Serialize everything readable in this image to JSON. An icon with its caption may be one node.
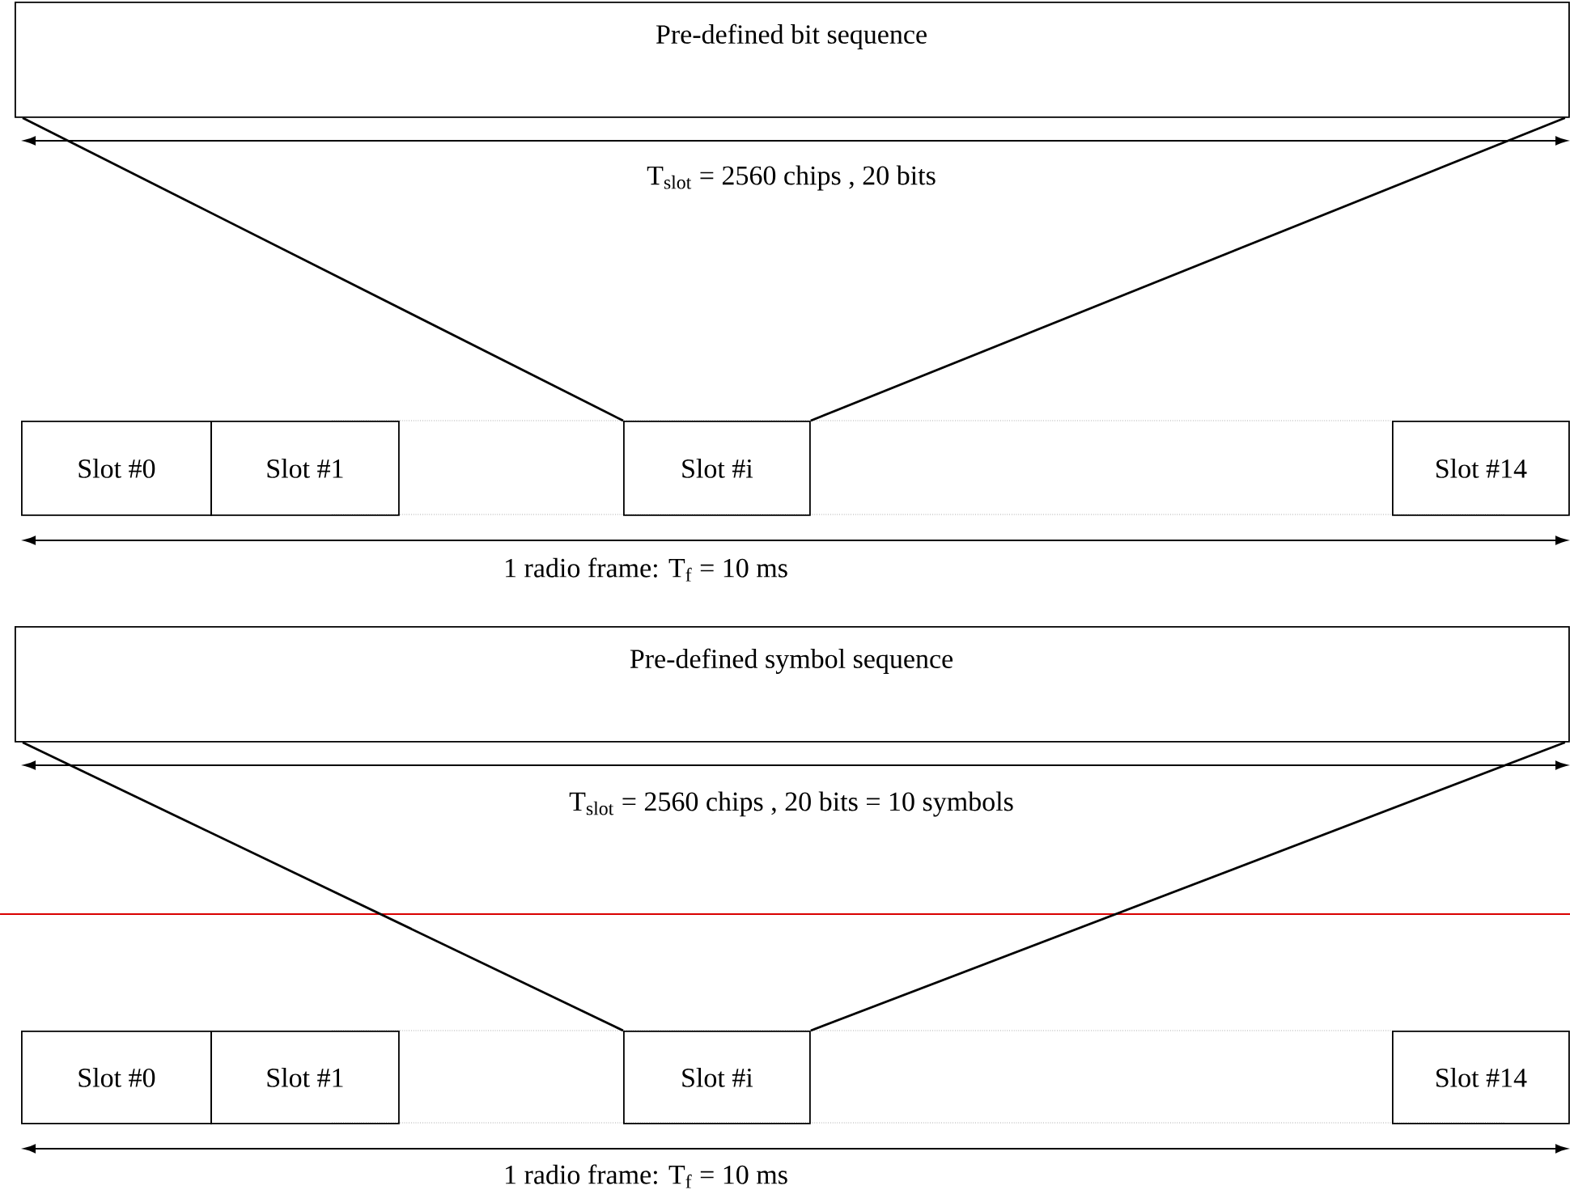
{
  "diagram": {
    "nodes": [
      {
        "text": [
          "Pre-defined bit sequence"
        ]
      },
      {
        "text": [
          "Slot #0"
        ]
      },
      {
        "text": [
          "Slot #1"
        ]
      },
      {
        "text": [
          "Slot #i"
        ]
      },
      {
        "text": [
          "Slot #14"
        ]
      },
      {
        "text": [
          "Pre-defined symbol sequence"
        ]
      },
      {
        "text": [
          "Slot #0"
        ]
      },
      {
        "text": [
          "Slot #1"
        ]
      },
      {
        "text": [
          "Slot #i"
        ]
      },
      {
        "text": [
          "Slot #14"
        ]
      }
    ],
    "edges": [
      {
        "from": 0,
        "to": 3,
        "arrow": "none"
      },
      {
        "from": 0,
        "to": 3,
        "arrow": "none"
      },
      {
        "from": 5,
        "to": 8,
        "arrow": "none"
      },
      {
        "from": 5,
        "to": 8,
        "arrow": "none"
      }
    ],
    "labels": [
      "T$_{slot}$ = 2560 chips , 20 bits",
      "1 radio frame: T$_{f}$ = 10 ms",
      "T$_{slot}$ = 2560 chips , 20 bits = 10 symbols",
      "1 radio frame: T$_{f}$ = 10 ms"
    ]
  }
}
